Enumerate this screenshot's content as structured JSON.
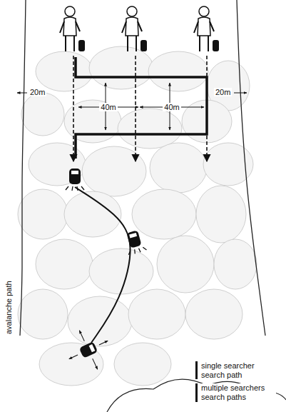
{
  "diagram": {
    "labels": [
      "20m",
      "40m",
      "40m",
      "20m",
      "avalanche path"
    ],
    "legend": [
      {
        "text": "single searcher search path"
      },
      {
        "text": "multiple searchers search paths"
      }
    ]
  }
}
